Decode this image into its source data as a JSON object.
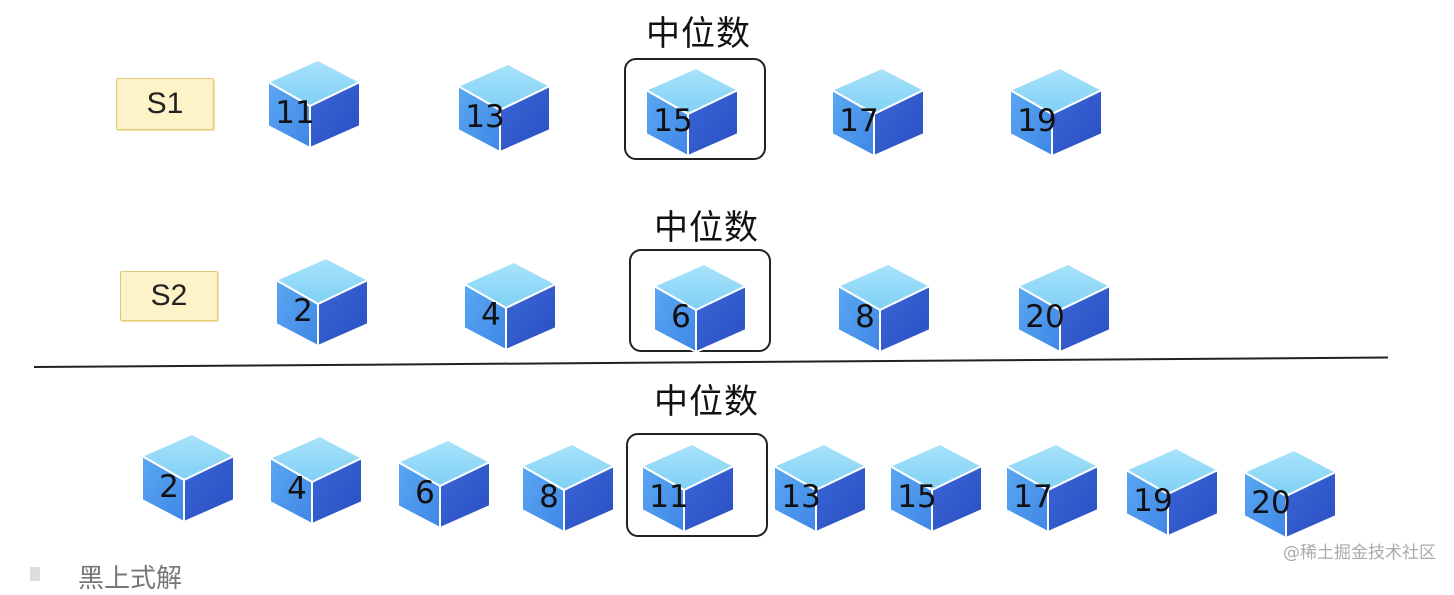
{
  "rows": [
    {
      "label": "S1",
      "median_title": "中位数",
      "values": [
        "11",
        "13",
        "15",
        "17",
        "19"
      ],
      "median_index": 2
    },
    {
      "label": "S2",
      "median_title": "中位数",
      "values": [
        "2",
        "4",
        "6",
        "8",
        "20"
      ],
      "median_index": 2
    },
    {
      "label": "",
      "median_title": "中位数",
      "values": [
        "2",
        "4",
        "6",
        "8",
        "11",
        "13",
        "15",
        "17",
        "19",
        "20"
      ],
      "median_index": 4
    }
  ],
  "watermark": "@稀土掘金技术社区",
  "bottom_partial_text": "黑上式解",
  "colors": {
    "cube_top": "#7fd0f5",
    "cube_front": "#3f86e6",
    "cube_side": "#2a4fc2",
    "label_bg": "#fdf3c8"
  }
}
